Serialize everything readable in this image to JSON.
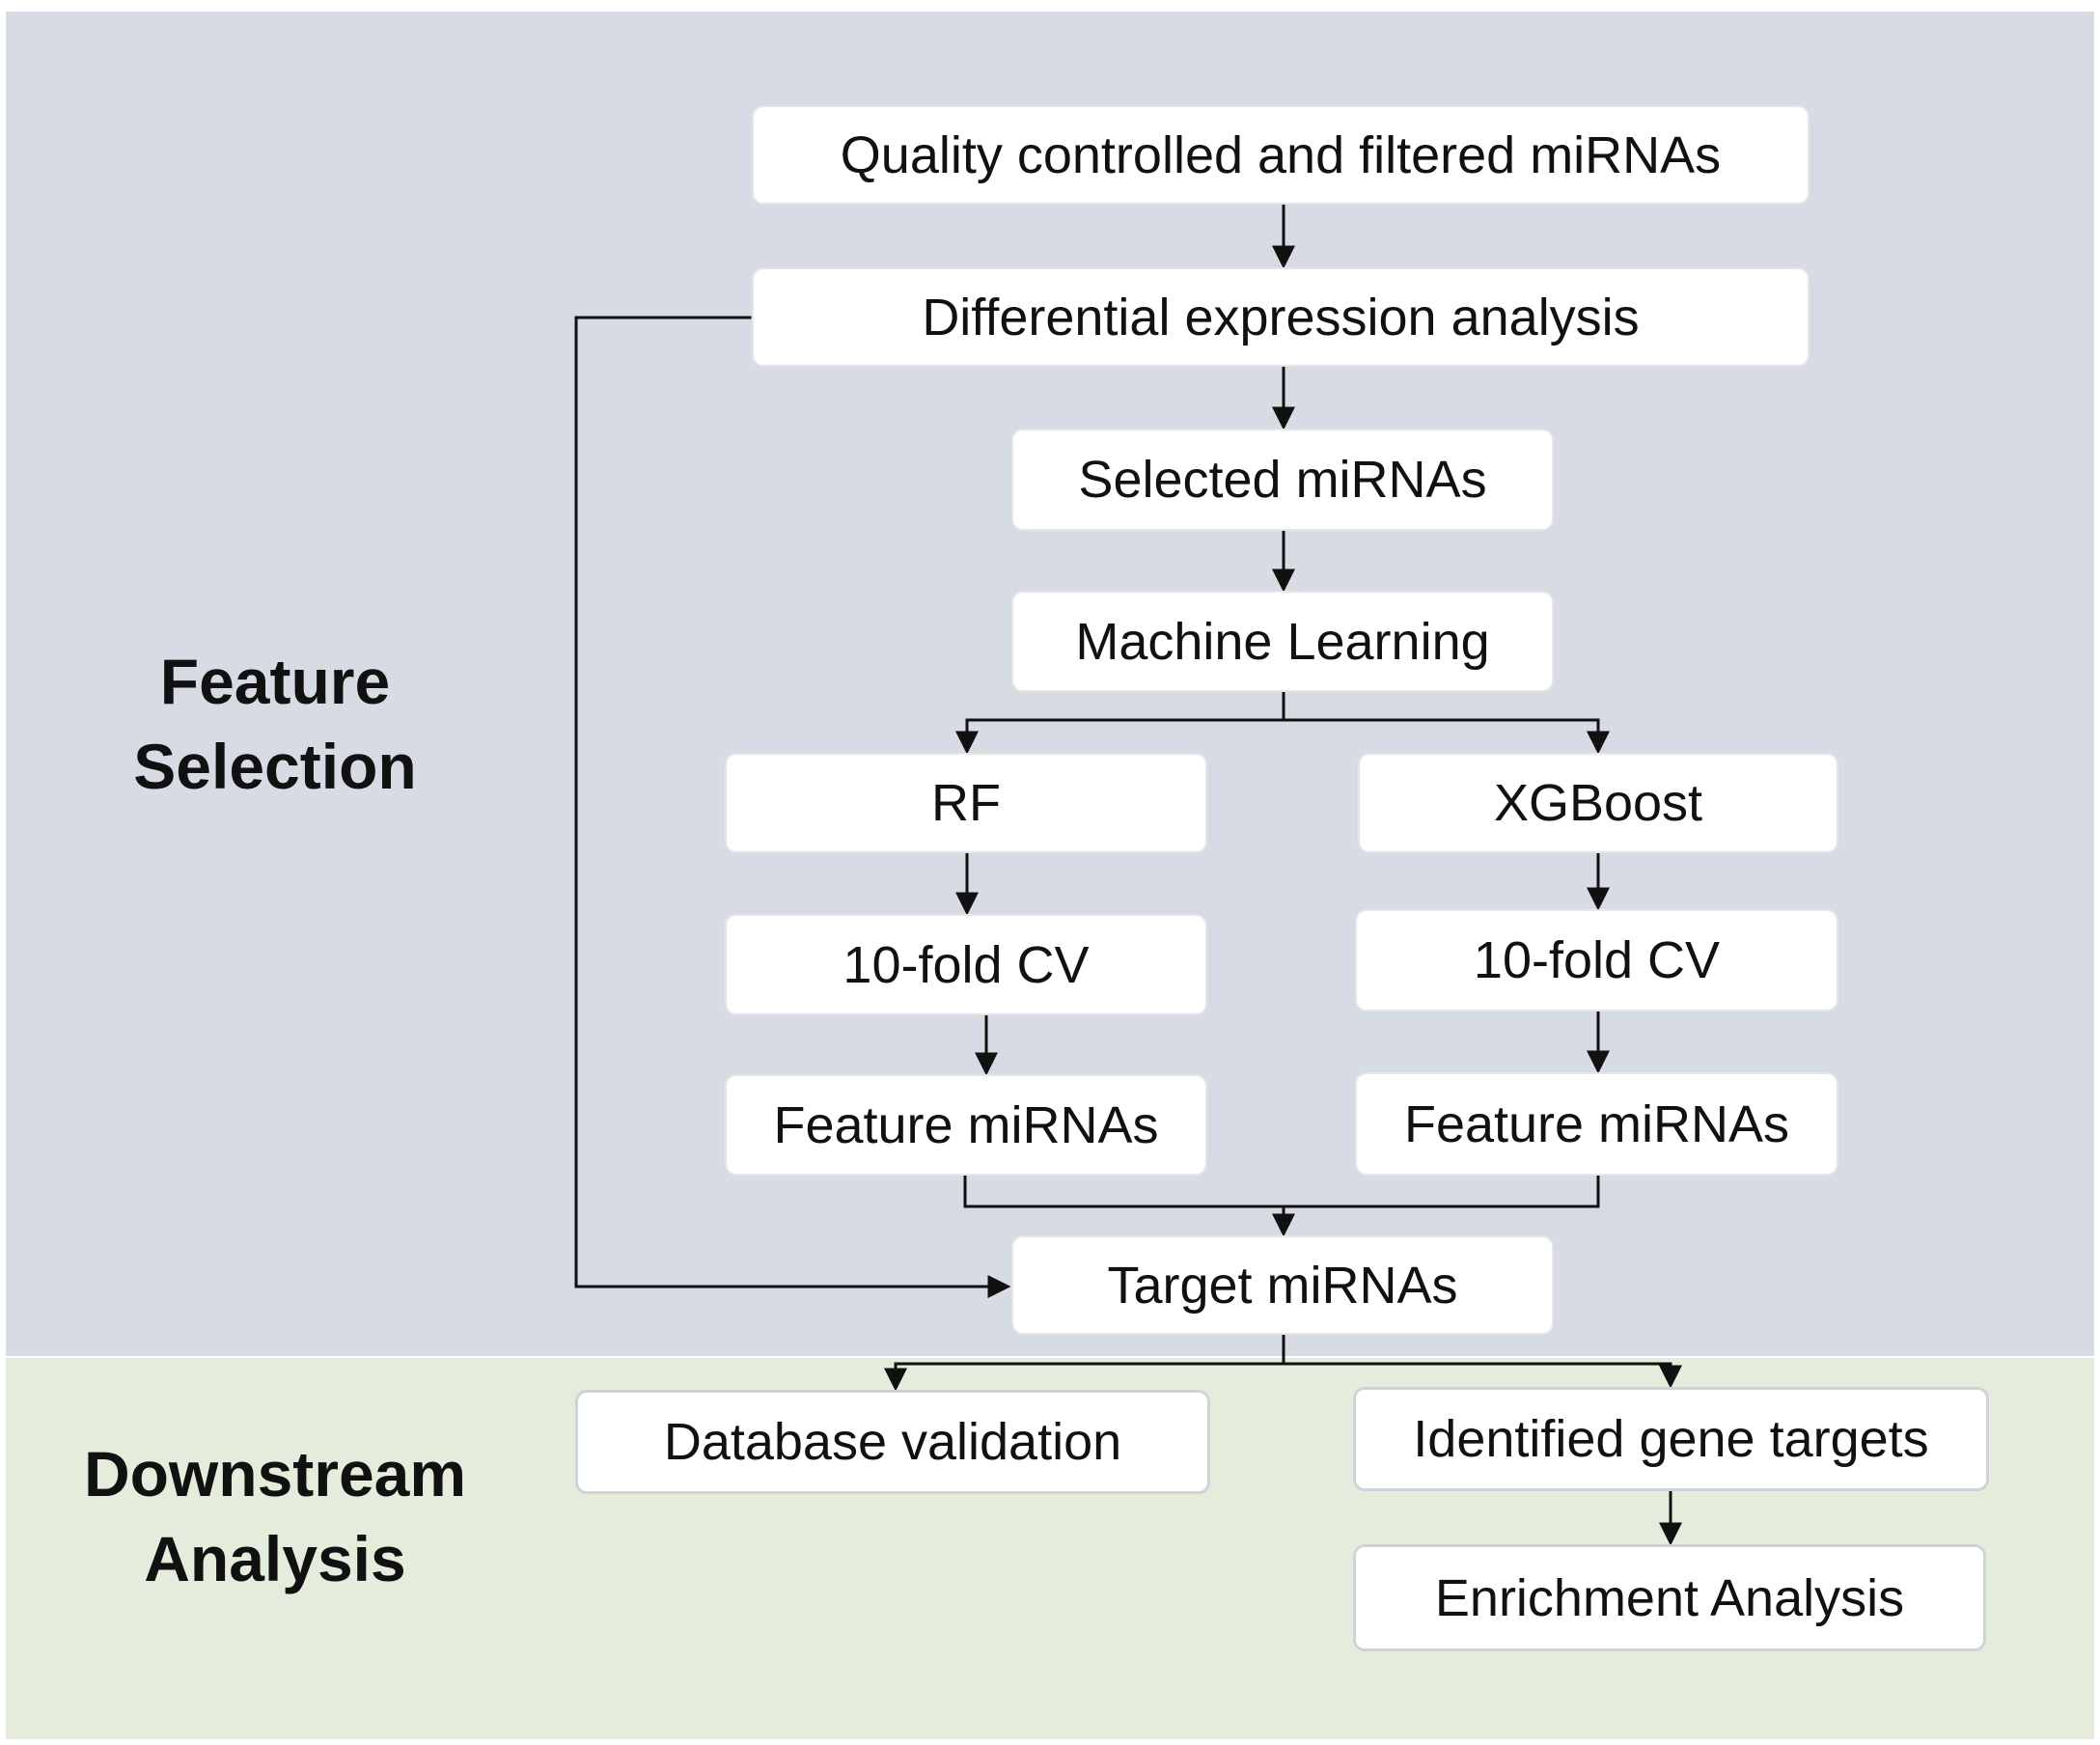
{
  "sections": {
    "feature_selection": [
      "Feature",
      "Selection"
    ],
    "downstream_analysis": [
      "Downstream",
      "Analysis"
    ]
  },
  "boxes": {
    "quality": "Quality controlled and filtered miRNAs",
    "differential": "Differential expression analysis",
    "selected": "Selected miRNAs",
    "machine_learning": "Machine Learning",
    "rf": "RF",
    "xgboost": "XGBoost",
    "cv_left": "10-fold CV",
    "cv_right": "10-fold CV",
    "feature_left": "Feature miRNAs",
    "feature_right": "Feature miRNAs",
    "target": "Target miRNAs",
    "database": "Database validation",
    "gene_targets": "Identified gene targets",
    "enrichment": "Enrichment Analysis"
  },
  "colors": {
    "feature_panel": "#d7dce4",
    "downstream_panel": "#e4eddb",
    "box_fill": "#ffffff",
    "line": "#111111"
  }
}
